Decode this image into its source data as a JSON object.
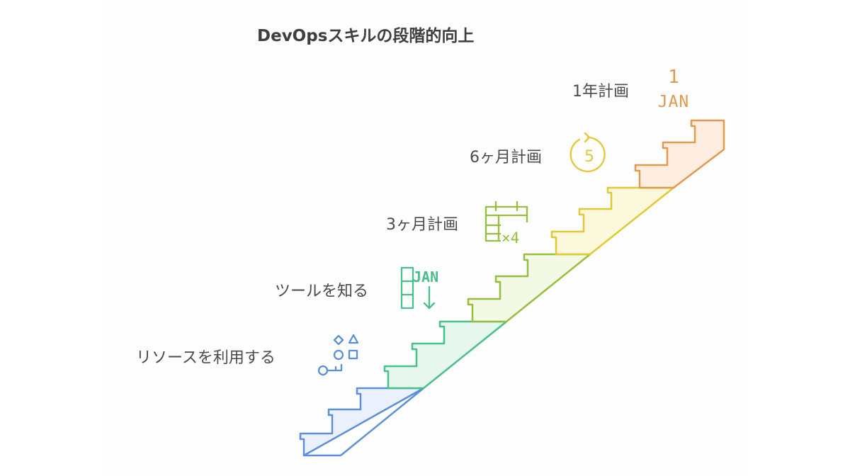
{
  "title": "DevOpsスキルの段階的向上",
  "colors": {
    "level1": "#5b8fd6",
    "level2": "#49c08a",
    "level3": "#97bf3f",
    "level4": "#e0c934",
    "level5": "#e09a4d",
    "text": "#4a4a4a"
  },
  "levels": [
    {
      "label": "リソースを利用する",
      "icon": "shapes-key-icon"
    },
    {
      "label": "ツールを知る",
      "icon": "calendar-jan-down-icon",
      "icon_text": "JAN"
    },
    {
      "label": "3ヶ月計画",
      "icon": "calendar-times-4-icon",
      "icon_text": "×4"
    },
    {
      "label": "6ヶ月計画",
      "icon": "circular-arrow-5-icon",
      "icon_text": "5"
    },
    {
      "label": "1年計画",
      "icon": "calendar-1-jan-icon",
      "icon_text_top": "1",
      "icon_text_bottom": "JAN"
    }
  ]
}
